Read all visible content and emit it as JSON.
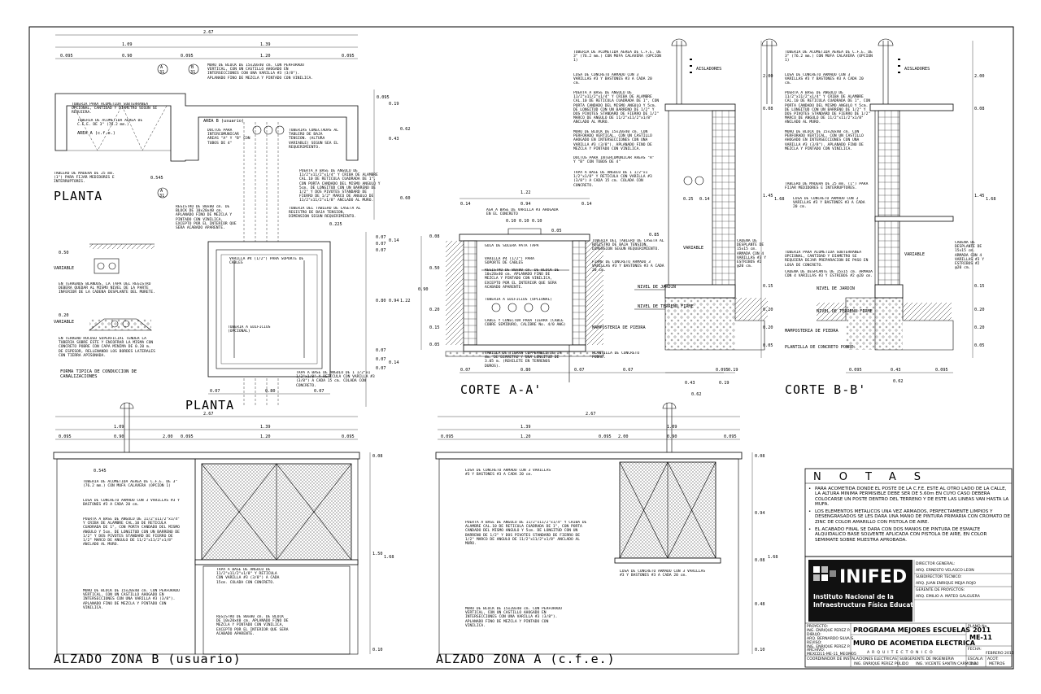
{
  "views": {
    "planta_top": "PLANTA",
    "planta_bottom": "PLANTA",
    "corte_a": "CORTE A-A'",
    "corte_b": "CORTE B-B'",
    "alzado_b": "ALZADO ZONA B (usuario)",
    "alzado_a": "ALZADO ZONA A (c.f.e.)"
  },
  "labels": {
    "area_a": "AREA A (c.f.e.)",
    "area_b": "AREA B (usuario)",
    "tuberia_sub": "TUBERIA PARA ACOMETIDA SUBTERRANEA OPCIONAL, CANTIDAD Y DIAMETRO SEGUN SE REQUIERA.",
    "tuberia_aerea": "TUBERIA DE ACOMETIDA AEREA DE C.F.E. DE 3\" (76.2 mm.)",
    "muro_block": "MURO DE BLOCK DE 15x20x40 cm. CON PERFORADO VERTICAL, CON UN CASTILLO AHOGADO EN INTERSECCIONES CON UNA VARILLA #3 (3/8\"). APLANADO FINO DE MEZCLA Y PINTADO CON VINILICA.",
    "ductos": "DUCTOS PARA INTERCOMUNICAR AREAS \"A\" Y \"B\" CON TUBOS DE 4\"",
    "tuberias_con": "TUBERIAS CONECTADAS AL TABLERO DE BAJA TENSION. (ALTURA VARIABLE) SEGUN SEA EL REQUERIMIENTO.",
    "tablero_madera": "TABLERO DE MADERA DE 25 mm. (1\") PARA FIJAR MEDIDORES E INTERRUPTORES.",
    "puerta": "PUERTA A BASE DE ANGULO DE 11/2\"x11/2\"x1/4\" Y CRIBA DE ALAMBRE CAL.10 DE RETICULA CUADRADA DE 1\", CON PORTA CANDADO DEL MISMO ANGULO Y 5cm. DE LONGITUD CON UN BARRENO DE 1/2\" Y DOS PIVOTES STANDARD DE FIERRO DE 1/2\" MARCO DE ANGULO DE 11/2\"x11/2\"x1/8\" ANCLADO AL MURO.",
    "registro": "REGISTRO DE 80x80 cm. DE BLOCK DE 10x20x40 cm. APLANADO FINO DE MEZCLA Y PINTADO CON VINILICA, EXCEPTO POR EL INTERIOR QUE SERA ACABADO APARENTE.",
    "tuberia_tablero": "TUBERIA DEL TABLERO DE CASETA AL REGISTRO DE BAJA TENSION, DIMENSION SEGUN REQUERIMIENTO.",
    "varilla_cables": "VARILLA #4 (1/2\") PARA SOPORTE DE CABLES",
    "tuberia_edificios": "TUBERIA A EDIFICIOS (OPCIONAL)",
    "tapa": "TAPA A BASE DE ANGULO DE 1 1/2\"x1 1/2\"x1/8\" Y RETICULA CON VARILLA #3 (3/8\") A CADA 15 cm. COLADA CON CONCRETO.",
    "blandos": "EN TERRENOS BLANDOS, LA TAPA DEL REGISTRO DEBERA QUEDAR AL MISMO NIVEL DE LA PARTE INFERIOR DE LA CADENA DESPLANTE DEL MURETE.",
    "rocoso": "EN TERRENO ROCOSO SUPERFICIAL TENDER LA TUBERIA SOBRE ESTE Y ENCOFRAR LA MISMA CON CONCRETO POBRE CON CAPA MINIMA DE 0.20 m. DE ESPESOR, RELLENANDO LOS BORDES LATERALES CON TIERRA APISONADA.",
    "forma": "FORMA TIPICA DE CONDUCCION DE CANALIZACIONES",
    "variable": "VARIABLE",
    "losa": "LOSA DE CONCRETO ARMADO CON 3 VARILLAS #3 Y BASTONES #3 A CADA 20 cm.",
    "mufa": "TUBERIA DE ACOMETIDA AEREA DE C.F.E. DE 3\" (76.2 mm.) CON MUFA CALAVERA (OPCION 1)",
    "aisladores": "AISLADORES",
    "asa": "ASA A BASE DE VARILLA #3 AHOGADA EN EL CONCRETO",
    "guia": "GUIA DE SOLERA PATA TAPA",
    "firme": "FIRME DE CONCRETO ARMADO 3 VARILLAS #3 Y BASTONES #3 A CADA 20 cm.",
    "cable": "CABLE Y CONECTOR PARA TIERRA (CABLE COBRE SEMIDURO, CALIBRE No. 4/0 AWG)",
    "varilla_tierra": "VARILLA DE TIERRA COPPERWELD DE 19 mm. DE DIAMETRO Y UNA LONGITUD DE 3.05 m. (REHILETE EN TERRENOS DUROS).",
    "plantilla": "PLANTILLA DE CONCRETO POBRE.",
    "mamposteria": "MAMPOSTERIA DE PIEDRA",
    "nivel_jardin": "NIVEL DE JARDIN",
    "nivel_terreno": "NIVEL DE TERRENO FIRME",
    "cadena": "CADENA DE DESPLANTE DE 15x15 cm. ARMADA CON 4 VARILLAS #3 Y ESTRIBOS #2 @20 cm.",
    "tuberia_sub2": "TUBERIA PARA ACOMETIDA SUBTERRANEA OPCIONAL, CANTIDAD Y DIAMETRO SE REQUIERA DEJAR PREPARACION DE PASO EN LOSA DE CONCRETO.",
    "tapa_alz": "TAPA A BASE DE ANGULO DE 11/2\"x11/2\"x1/8\" Y RETICULA CON VARILLA #3 (3/8\") A CADA 15cm. COLADA CON CONCRETO."
  },
  "dims": {
    "total_w": "2.67",
    "d109": "1.09",
    "d139": "1.39",
    "d0095": "0.095",
    "d090": "0.90",
    "d120": "1.20",
    "d0545": "0.545",
    "d019": "0.19",
    "d062": "0.62",
    "d043": "0.43",
    "d060": "0.60",
    "d0225": "0.225",
    "d007": "0.07",
    "d014": "0.14",
    "d080": "0.80",
    "d094": "0.94",
    "d122": "1.22",
    "d010": "0.10",
    "d005": "0.05",
    "d200": "2.00",
    "d008": "0.08",
    "d145": "1.45",
    "d168": "1.68",
    "d015": "0.15",
    "d020": "0.20",
    "d025": "0.25",
    "d050": "0.50",
    "d067": "0.67",
    "d150": "1.50",
    "d048": "0.48",
    "d0085": "0.85",
    "d0025": "0.25"
  },
  "notes": {
    "title": "NOTAS",
    "items": [
      "PARA ACOMETIDA DONDE EL POSTE DE LA C.F.E. ESTE AL OTRO LADO DE LA CALLE, LA ALTURA MINIMA PERMISIBLE DEBE SER DE 5.60m EN CUYO CASO DEBERA COLOCARSE UN POSTE DENTRO DEL TERRENO Y DE ESTE LAS LINEAS VAN HASTA LA MUFA.",
      "LOS ELEMENTOS METALICOS UNA VEZ ARMADOS, PERFECTAMENTE LIMPIOS Y DESENGRASADOS SE LES DARA UNA MANO DE PINTURA PRIMARIA CON CROMATO DE ZINC DE COLOR AMARILLO CON PISTOLA DE AIRE.",
      "EL ACABADO FINAL SE DARA CON DOS MANOS DE PINTURA DE ESMALTE ALQUIDALICO BASE SOLVENTE APLICADA CON PISTOLA DE AIRE, EN COLOR SEMIMATE SOBRE MUESTRA APROBADA."
    ]
  },
  "titleblock": {
    "logo": "INIFED",
    "inst1": "Instituto Nacional de la",
    "inst2": "Infraestructura Física Educativa",
    "director_lbl": "DIRECTOR GENERAL:",
    "director": "ARQ. ERNESTO VELASCO LEON",
    "subdir_lbl": "SUBDIRECTOR TECNICO:",
    "subdir": "ARQ. JUAN ENRIQUE MEJIA ROJO",
    "gerente_lbl": "GERENTE DE PROYECTOS:",
    "gerente": "ARQ. EMILIO A. MATEO GALGUERA",
    "program": "PROGRAMA MEJORES ESCUELAS 2011",
    "sheet": "ME-11",
    "title1": "MURO DE ACOMETIDA ELECTRICA",
    "title2": "ARQUITECTONICO",
    "proyecto_lbl": "PROYECTO:",
    "proyecto": "ING. ENRIQUE PEREZ P.",
    "dibujo_lbl": "DIBUJO:",
    "dibujo": "ARQ. BERNARDO SILVA S.",
    "reviso_lbl": "REVISO:",
    "reviso": "ING. ENRIQUE PEREZ P.",
    "archivo_lbl": "ARCHIVO:",
    "archivo": "MEXCD11-ME-11_MEOM05",
    "coord_lbl": "COORDINADOR DE INSTALACIONES ELECTRICAS",
    "coord": "ING. ENRIQUE PEREZ PULIDO",
    "subger_lbl": "SUBGERENTE DE INGENIERIA",
    "subger": "ING. VICENTE SANTIN CARMONA",
    "fecha_lbl": "FECHA:",
    "fecha": "FEBRERO 2011",
    "escala_lbl": "ESCALA:",
    "escala": "1:10",
    "acot_lbl": "ACOT:",
    "acot": "METROS",
    "plano_lbl": "PLANO No."
  },
  "section_marks": {
    "a": "A",
    "b": "B",
    "num": "31"
  }
}
